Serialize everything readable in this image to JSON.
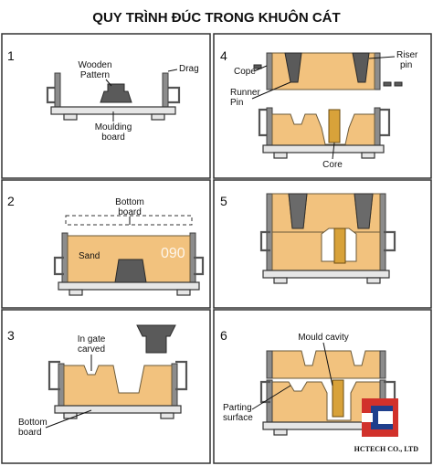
{
  "title": "QUY TRÌNH ĐÚC TRONG KHUÔN CÁT",
  "panels": {
    "p1": {
      "num": "1",
      "wooden": "Wooden",
      "pattern": "Pattern",
      "drag": "Drag",
      "moulding": "Moulding",
      "board": "board"
    },
    "p2": {
      "num": "2",
      "bottom": "Bottom",
      "board": "board",
      "sand": "Sand"
    },
    "p3": {
      "num": "3",
      "ingate": "In gate",
      "carved": "carved",
      "bottom": "Bottom",
      "board": "board"
    },
    "p4": {
      "num": "4",
      "cope": "Cope",
      "riser": "Riser",
      "pin": "pin",
      "runner": "Runner",
      "runner_pin": "Pin",
      "core": "Core"
    },
    "p5": {
      "num": "5"
    },
    "p6": {
      "num": "6",
      "mould_cavity": "Mould cavity",
      "parting": "Parting",
      "surface": "surface"
    }
  },
  "logo": {
    "company": "HCTECH CO., LTD"
  },
  "watermark": "090",
  "colors": {
    "sand": "#f2c27e",
    "metal": "#8c8c8c",
    "core": "#d8a23a",
    "board": "#e6e6e6",
    "border": "#333333",
    "logo_red": "#d1312b",
    "logo_blue": "#1f3f8c"
  }
}
